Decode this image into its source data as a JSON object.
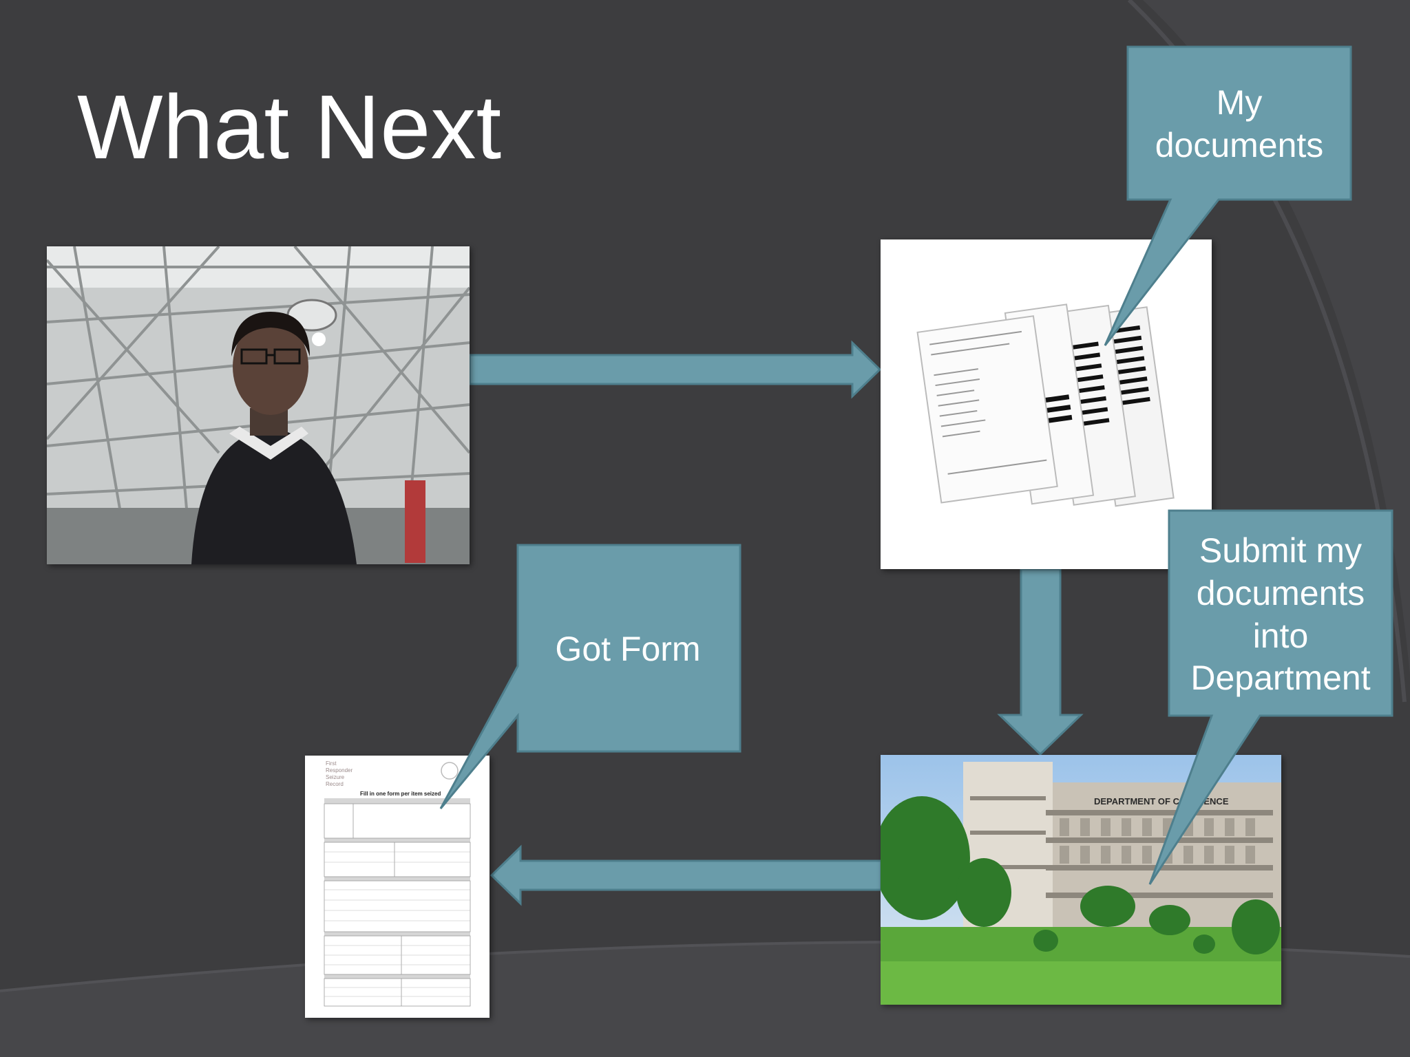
{
  "slide": {
    "title": "What Next",
    "colors": {
      "background": "#3d3d3f",
      "accent": "#6a9caa",
      "accent_border": "#4e7f8d",
      "text": "#ffffff"
    }
  },
  "callouts": {
    "my_documents": {
      "lines": [
        "My",
        "documents"
      ]
    },
    "submit": {
      "lines": [
        "Submit my",
        "documents",
        "into",
        "Department"
      ]
    },
    "got_form": {
      "lines": [
        "Got  Form"
      ]
    }
  },
  "images": {
    "person": {
      "icon": "person-photo"
    },
    "documents": {
      "icon": "documents-photo"
    },
    "department": {
      "icon": "department-building-photo",
      "sign_text": "DEPARTMENT OF CO        SCIENCE"
    },
    "form": {
      "icon": "form-document",
      "header_lines": [
        "First",
        "Responder",
        "Seizure",
        "Record"
      ],
      "heading": "Fill in one form per item seized"
    }
  }
}
